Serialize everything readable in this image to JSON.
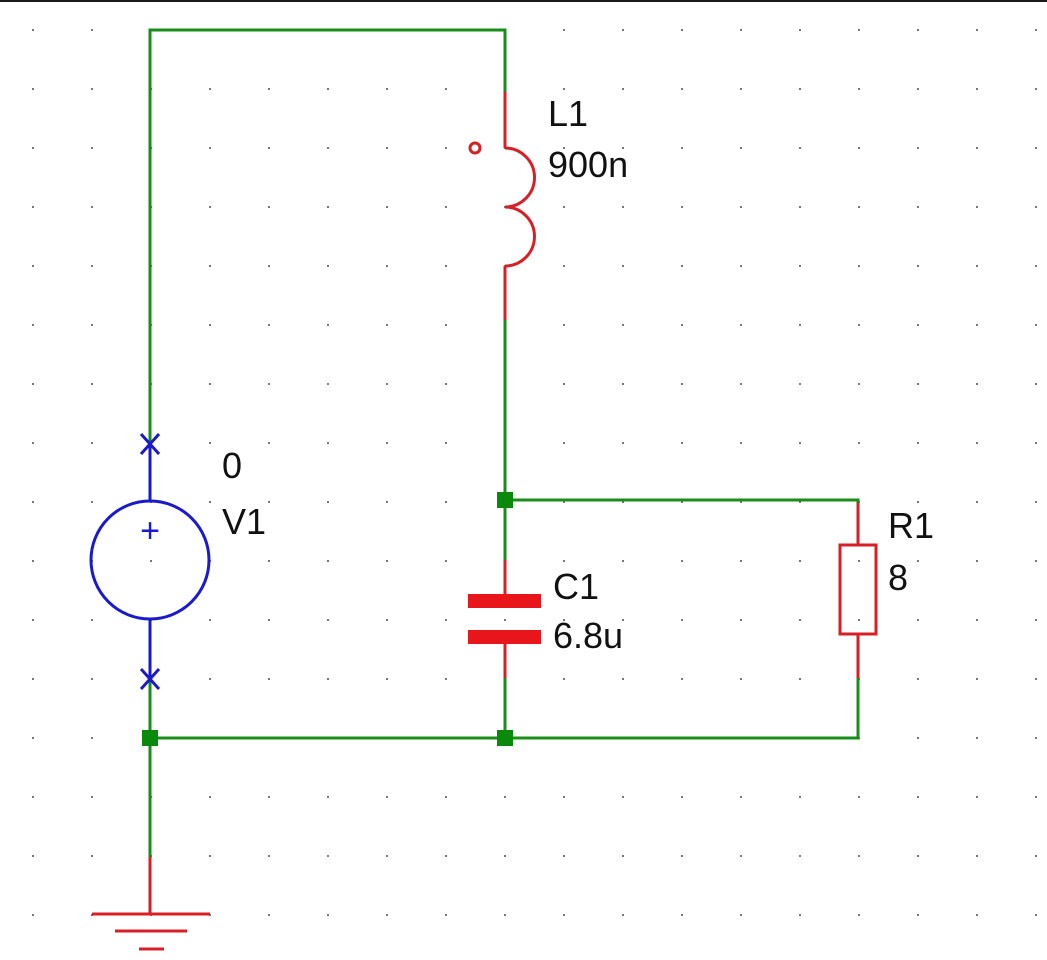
{
  "schematic": {
    "colors": {
      "wire": "#1a8c1a",
      "component": "#d81f26",
      "source": "#1a1acc",
      "junction": "#0a8a0a",
      "grid_dot": "#777777",
      "label": "#111111"
    },
    "components": {
      "inductor": {
        "ref": "L1",
        "value": "900n"
      },
      "capacitor": {
        "ref": "C1",
        "value": "6.8u"
      },
      "resistor": {
        "ref": "R1",
        "value": "8"
      },
      "voltage_source": {
        "ref": "V1",
        "value": "0",
        "polarity_symbol": "+"
      },
      "ground": {
        "ref": "GND"
      }
    }
  }
}
